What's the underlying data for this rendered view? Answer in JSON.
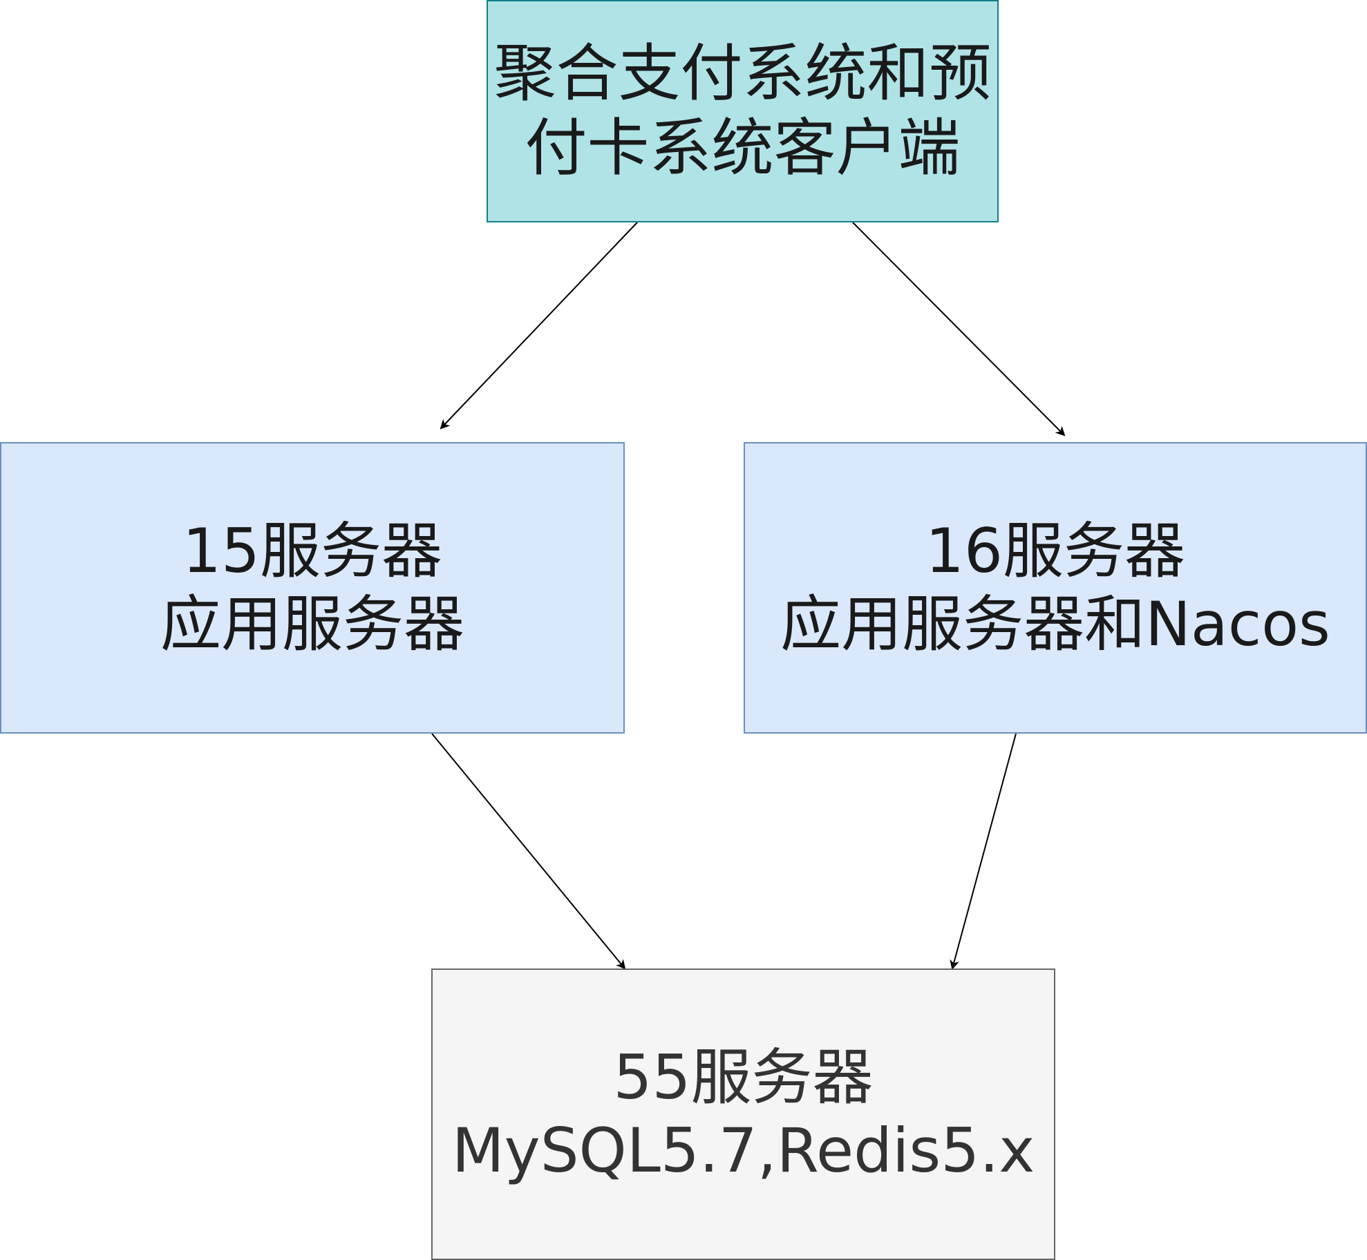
{
  "colors": {
    "client_fill": "#b0e3e6",
    "client_stroke": "#0e8088",
    "app_fill": "#dae8fc",
    "app_stroke": "#6c8ebf",
    "db_fill": "#f5f5f5",
    "db_stroke": "#666666",
    "edge": "#000000"
  },
  "nodes": {
    "client": {
      "line1": "聚合支付系统和预",
      "line2": "付卡系统客户端"
    },
    "server15": {
      "line1": "15服务器",
      "line2": "应用服务器"
    },
    "server16": {
      "line1": "16服务器",
      "line2": "应用服务器和Nacos"
    },
    "server55": {
      "line1": "55服务器",
      "line2": "MySQL5.7,Redis5.x"
    }
  },
  "edges": [
    {
      "from": "client",
      "to": "server15"
    },
    {
      "from": "client",
      "to": "server16"
    },
    {
      "from": "server15",
      "to": "server55"
    },
    {
      "from": "server16",
      "to": "server55"
    }
  ]
}
